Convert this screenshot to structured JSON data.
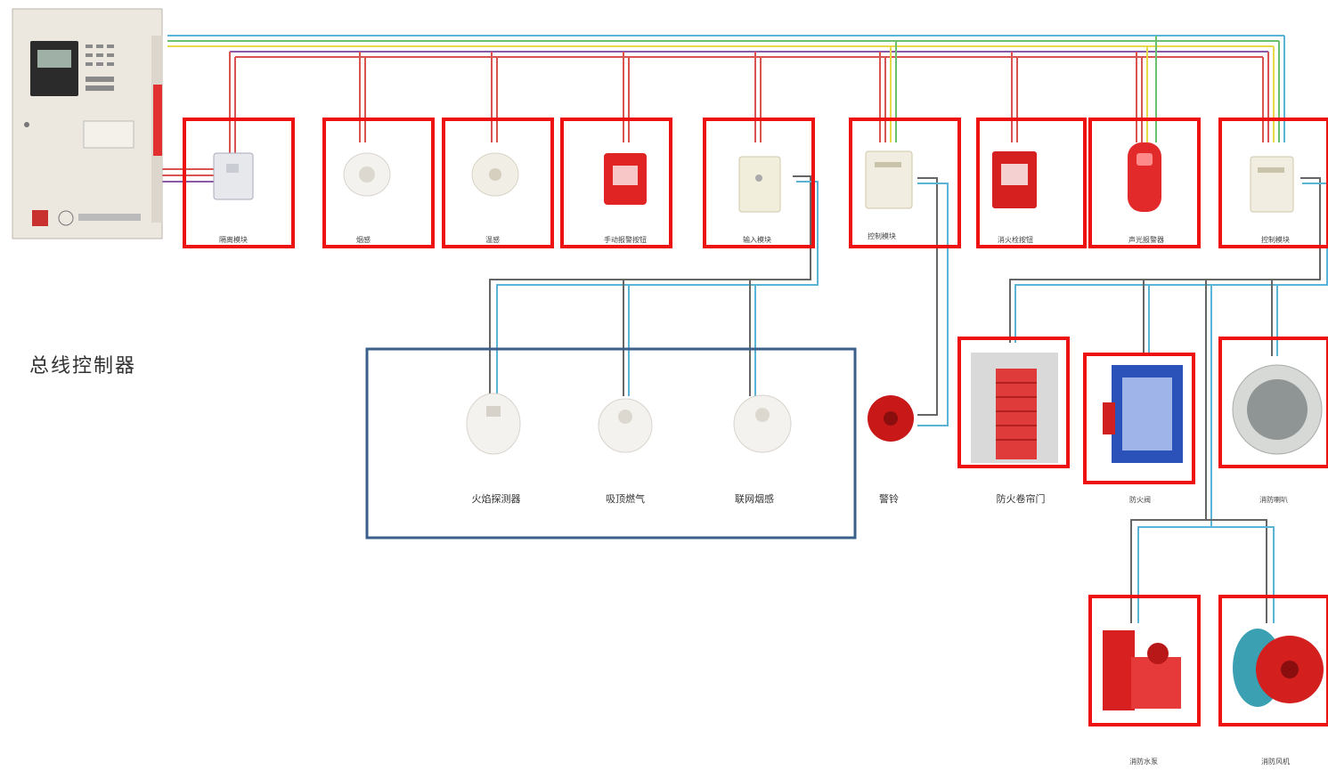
{
  "title": "总线控制器",
  "colors": {
    "red_frame": "#ee1111",
    "blue_frame": "#3a5f8a",
    "wire_red": "#d9534f",
    "wire_purple": "#8a5aa8",
    "wire_yellow": "#e8d84a",
    "wire_green": "#6cbf6c",
    "wire_cyan": "#5bb4d6",
    "wire_gray": "#666666"
  },
  "top_row": [
    {
      "label": "隔离模块",
      "icon": "isolation-module-icon"
    },
    {
      "label": "烟感",
      "icon": "smoke-detector-icon"
    },
    {
      "label": "温感",
      "icon": "heat-detector-icon"
    },
    {
      "label": "手动报警按钮",
      "icon": "manual-alarm-button-icon"
    },
    {
      "label": "输入模块",
      "icon": "input-module-icon"
    },
    {
      "label": "控制模块",
      "icon": "control-module-icon"
    },
    {
      "label": "消火栓按钮",
      "icon": "hydrant-button-icon"
    },
    {
      "label": "声光报警器",
      "icon": "sound-light-alarm-icon"
    },
    {
      "label": "控制模块",
      "icon": "control-module-icon"
    }
  ],
  "networked": [
    {
      "label": "火焰探测器",
      "icon": "flame-detector-icon"
    },
    {
      "label": "吸顶燃气",
      "icon": "ceiling-gas-detector-icon"
    },
    {
      "label": "联网烟感",
      "icon": "networked-smoke-detector-icon"
    }
  ],
  "alarm_bell": {
    "label": "警铃",
    "icon": "alarm-bell-icon"
  },
  "mid_right": [
    {
      "label": "防火卷帘门",
      "icon": "fire-shutter-door-icon"
    },
    {
      "label": "防火阀",
      "icon": "fire-damper-icon"
    },
    {
      "label": "消防喇叭",
      "icon": "fire-speaker-icon"
    }
  ],
  "bottom_right": [
    {
      "label": "消防水泵",
      "icon": "fire-water-pump-icon"
    },
    {
      "label": "消防风机",
      "icon": "fire-fan-icon"
    }
  ]
}
